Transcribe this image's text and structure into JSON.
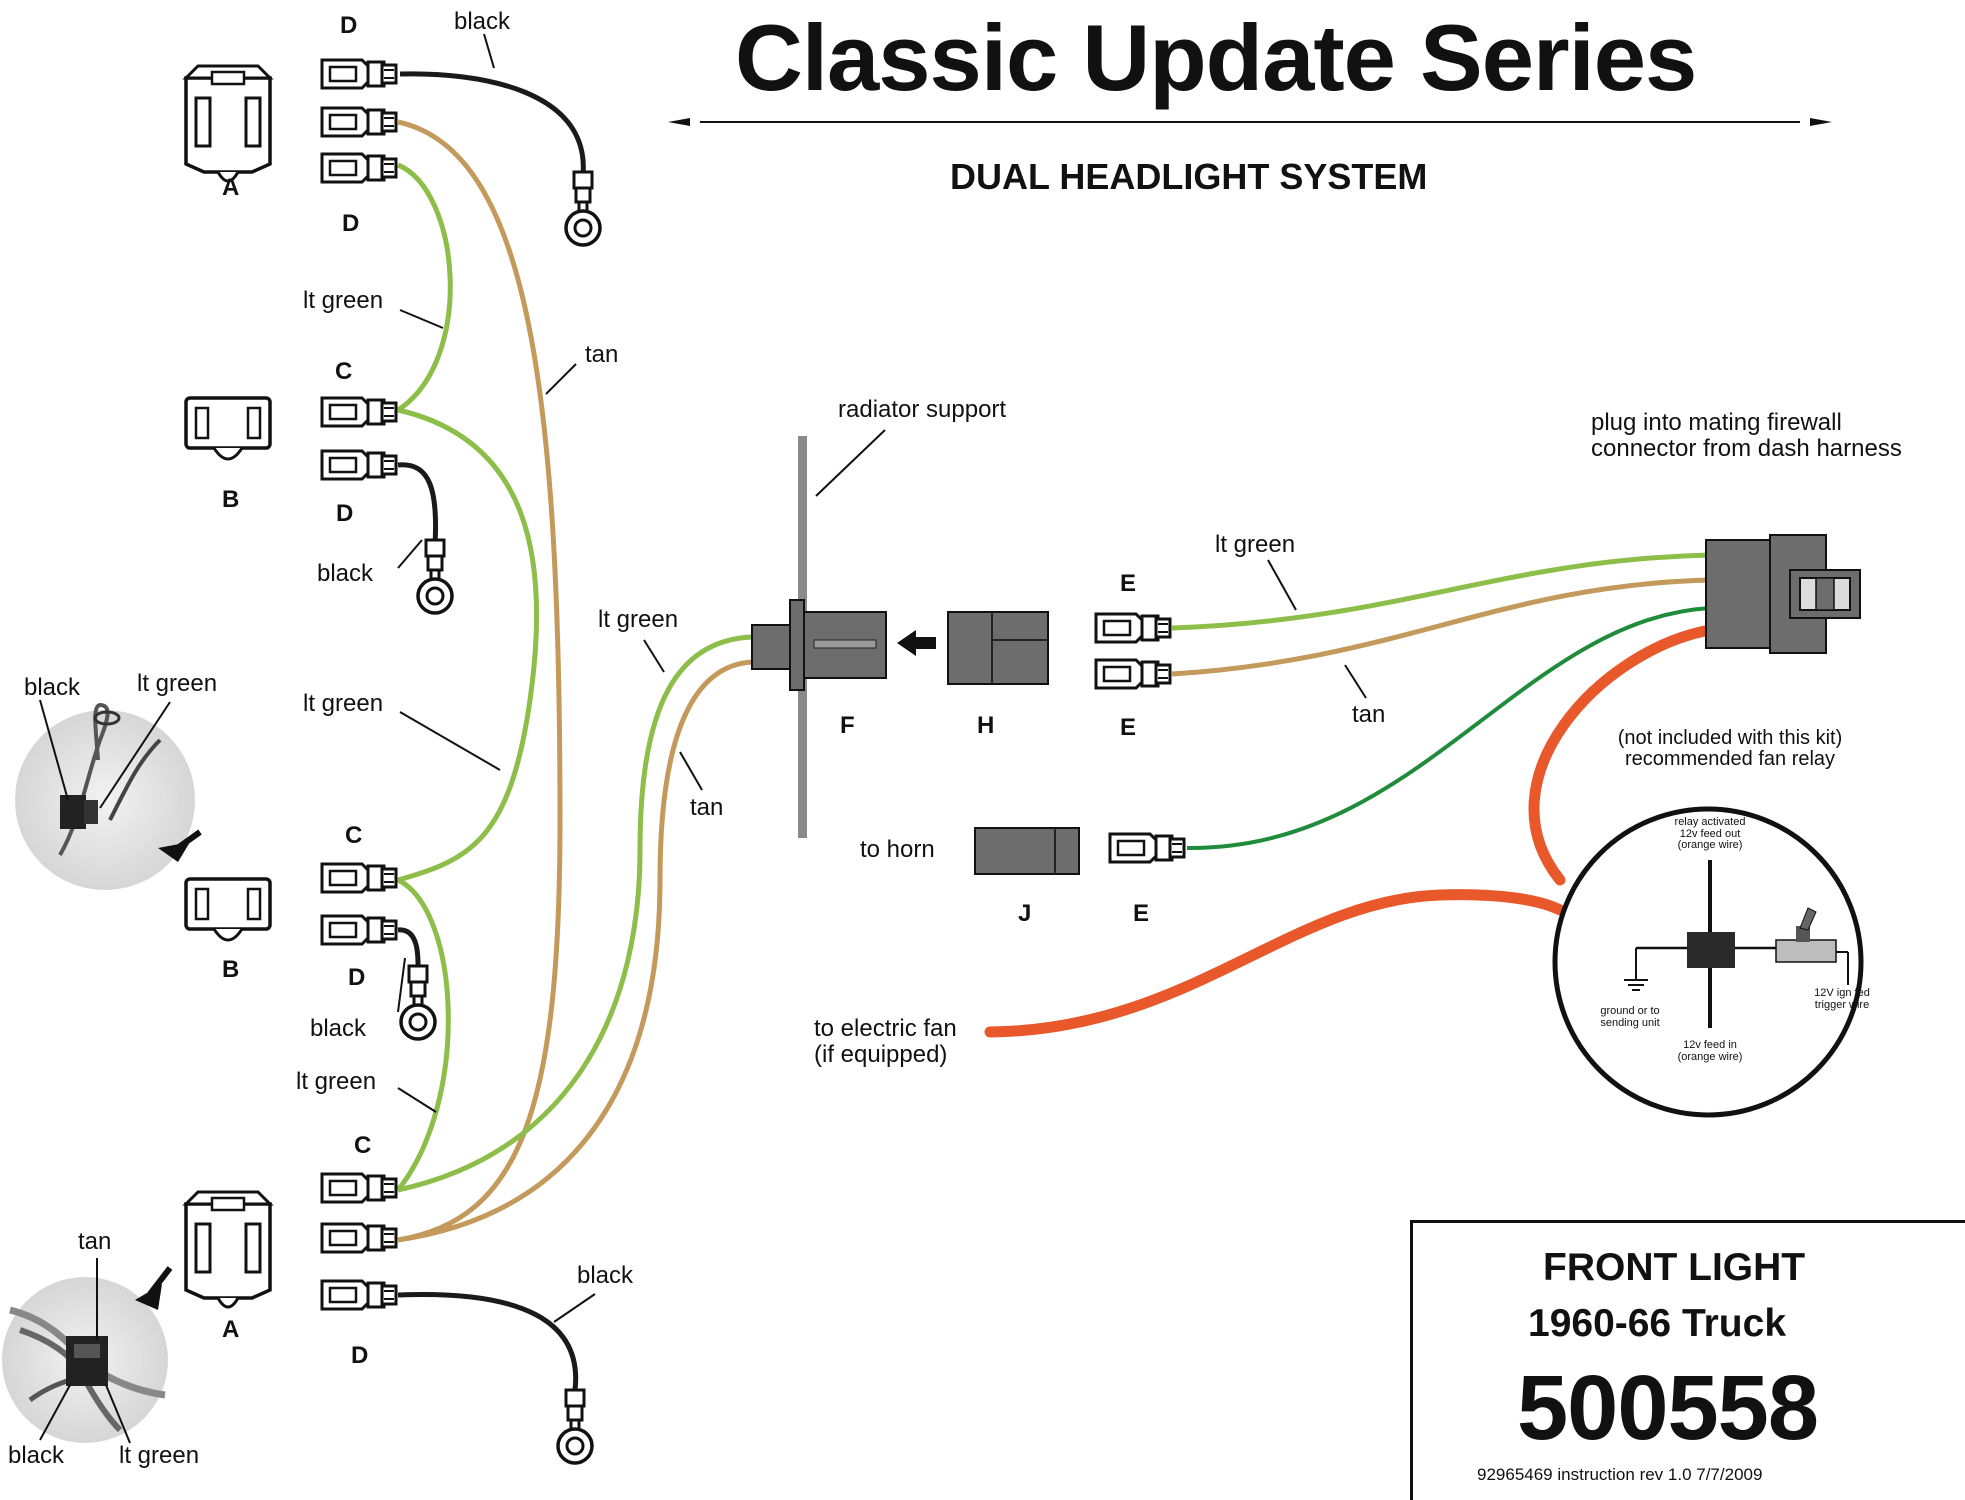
{
  "header": {
    "title": "Classic Update Series",
    "subtitle": "DUAL HEADLIGHT SYSTEM"
  },
  "labels": {
    "d1": "D",
    "a1": "A",
    "d2": "D",
    "c1": "C",
    "b1": "B",
    "d3": "D",
    "c2": "C",
    "b2": "B",
    "d4": "D",
    "c3": "C",
    "a2": "A",
    "d5": "D",
    "f": "F",
    "h": "H",
    "e1": "E",
    "e2": "E",
    "e3": "E",
    "j": "J"
  },
  "wire_labels": {
    "black_top": "black",
    "lt_green_1": "lt green",
    "tan_left": "tan",
    "black_2": "black",
    "lt_green_2": "lt green",
    "black_3": "black",
    "lt_green_3": "lt green",
    "black_bottom": "black",
    "lt_green_mid": "lt green",
    "tan_mid": "tan",
    "lt_green_right": "lt green",
    "tan_right": "tan"
  },
  "inset_labels": {
    "top_black": "black",
    "top_lt_green": "lt green",
    "bottom_tan": "tan",
    "bottom_black": "black",
    "bottom_lt_green": "lt green"
  },
  "callouts": {
    "radiator_support": "radiator support",
    "plug_line1": "plug into mating firewall",
    "plug_line2": "connector from dash harness",
    "not_included_line1": "(not included with this kit)",
    "not_included_line2": "recommended fan relay",
    "to_horn": "to horn",
    "to_fan_line1": "to electric fan",
    "to_fan_line2": "(if equipped)"
  },
  "relay": {
    "top_line1": "relay activated",
    "top_line2": "12v feed out",
    "top_line3": "(orange wire)",
    "ground_line1": "ground or to",
    "ground_line2": "sending unit",
    "ign_line1": "12V ign fed",
    "ign_line2": "trigger wire",
    "feed_line1": "12v feed in",
    "feed_line2": "(orange wire)"
  },
  "title_block": {
    "line1": "FRONT LIGHT",
    "line2": "1960-66 Truck",
    "part_number": "500558",
    "footer": "92965469    instruction  rev 1.0    7/7/2009"
  },
  "colors": {
    "lt_green": "#8DBE4A",
    "tan": "#C49A5C",
    "black_wire": "#1a1a1a",
    "dark_green": "#1E8C3A",
    "orange": "#E8582A",
    "connector_gray": "#6d6d6d",
    "radiator_gray": "#8a8a8a"
  }
}
